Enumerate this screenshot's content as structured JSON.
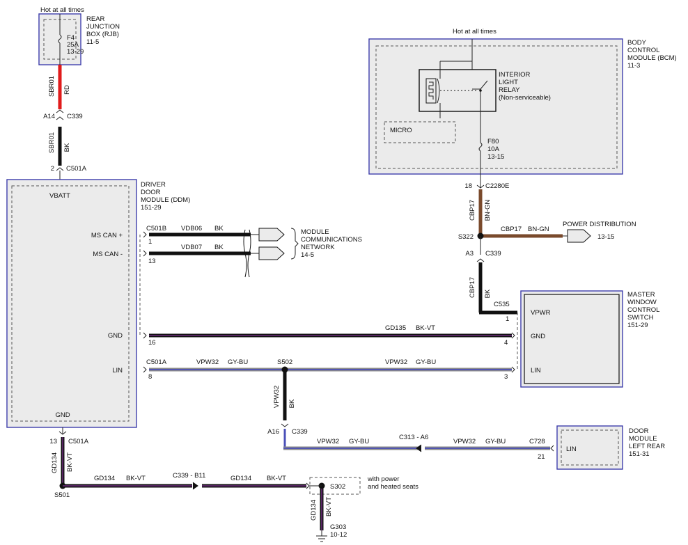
{
  "colors": {
    "red": "#e01b1b",
    "black": "#111111",
    "brown": "#7a4a2c",
    "violet": "#6a2b7a",
    "blue": "#4a4fb8",
    "grey": "#8a8a8a",
    "box_border": "#3a3aa8"
  },
  "rjb": {
    "hot": "Hot at all times",
    "title": [
      "REAR",
      "JUNCTION",
      "BOX (RJB)",
      "11-5"
    ],
    "fuse": [
      "F4",
      "25A",
      "13-29"
    ]
  },
  "bcm": {
    "hot": "Hot at all times",
    "title": [
      "BODY",
      "CONTROL",
      "MODULE (BCM)",
      "11-3"
    ],
    "relay": [
      "INTERIOR",
      "LIGHT",
      "RELAY",
      "(Non-serviceable)"
    ],
    "micro": "MICRO",
    "fuse": [
      "F80",
      "10A",
      "13-15"
    ]
  },
  "ddm": {
    "title": [
      "DRIVER",
      "DOOR",
      "MODULE (DDM)",
      "151-29"
    ],
    "vbatt": "VBATT",
    "mscanp": "MS CAN +",
    "mscanm": "MS CAN -",
    "gnd": "GND",
    "lin": "LIN",
    "gnd_bottom": "GND"
  },
  "mwcs": {
    "title": [
      "MASTER",
      "WINDOW",
      "CONTROL",
      "SWITCH",
      "151-29"
    ],
    "vpwr": "VPWR",
    "gnd": "GND",
    "lin": "LIN"
  },
  "dmlr": {
    "title": [
      "DOOR",
      "MODULE",
      "LEFT REAR",
      "151-31"
    ],
    "lin": "LIN"
  },
  "mcn": [
    "MODULE",
    "COMMUNICATIONS",
    "NETWORK",
    "14-5"
  ],
  "pd": {
    "label": "POWER DISTRIBUTION",
    "ref": "13-15"
  },
  "labels": {
    "sbr01_a": "SBR01",
    "rd": "RD",
    "a14": "A14",
    "c339_top": "C339",
    "sbr01_b": "SBR01",
    "bk_a": "BK",
    "pin2": "2",
    "c501a_top": "C501A",
    "c501b": "C501B",
    "vdb06": "VDB06",
    "bk_b": "BK",
    "pin1": "1",
    "vdb07": "VDB07",
    "bk_c": "BK",
    "pin13": "13",
    "pin18": "18",
    "c2280e": "C2280E",
    "cbp17_a": "CBP17",
    "bngn_a": "BN-GN",
    "s322": "S322",
    "cbp17_b": "CBP17",
    "bngn_b": "BN-GN",
    "a3": "A3",
    "c339_r": "C339",
    "cbp17_c": "CBP17",
    "bk_d": "BK",
    "c535": "C535",
    "pin1_r": "1",
    "gd135": "GD135",
    "bkvt_a": "BK-VT",
    "pin16": "16",
    "pin4": "4",
    "c501a_lin": "C501A",
    "vpw32_a": "VPW32",
    "gybu_a": "GY-BU",
    "s502": "S502",
    "vpw32_b": "VPW32",
    "gybu_b": "GY-BU",
    "pin8": "8",
    "pin3": "3",
    "vpw32_c": "VPW32",
    "bk_e": "BK",
    "a16": "A16",
    "c339_m": "C339",
    "vpw32_d": "VPW32",
    "gybu_d": "GY-BU",
    "c313a6": "C313 - A6",
    "vpw32_e": "VPW32",
    "gybu_e": "GY-BU",
    "c728": "C728",
    "pin21": "21",
    "pin13_b": "13",
    "c501a_b": "C501A",
    "gd134_a": "GD134",
    "bkvt_b": "BK-VT",
    "s501": "S501",
    "gd134_b": "GD134",
    "bkvt_c": "BK-VT",
    "c339b11": "C339 - B11",
    "gd134_c": "GD134",
    "bkvt_d": "BK-VT",
    "s302": "S302",
    "seats": [
      "with power",
      "and heated seats"
    ],
    "gd134_d": "GD134",
    "bkvt_e": "BK-VT",
    "g303": "G303",
    "g303ref": "10-12"
  }
}
